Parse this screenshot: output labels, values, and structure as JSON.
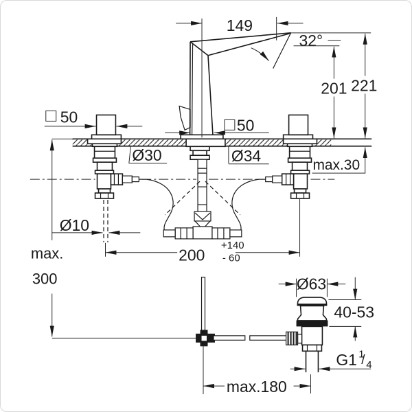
{
  "colors": {
    "line": "#1a1a1a",
    "background": "#ffffff"
  },
  "diagram": {
    "type": "technical-dimension-drawing",
    "views": {
      "main": {
        "spout_projection": "149",
        "spout_angle": "32°",
        "aerator_height": "201",
        "overall_height": "221",
        "handle_escutcheon": {
          "symbol": "□",
          "value": "50"
        },
        "spout_escutcheon": {
          "symbol": "□",
          "value": "50"
        },
        "handle_hole_diameter": "Ø30",
        "spout_hole_diameter": "Ø34",
        "max_deck_thickness": "max.30",
        "pull_rod_diameter": "Ø10",
        "max_depth": {
          "label": "max.",
          "value": "300"
        },
        "hole_distance": {
          "value": "200",
          "tolerance_plus": "+140",
          "tolerance_minus": "- 60"
        }
      },
      "waste": {
        "flange_diameter": "Ø63",
        "clamping_range": "40-53",
        "thread": {
          "prefix": "G1",
          "numerator": "1",
          "slash": "/",
          "denominator": "4"
        },
        "rod_to_waste_distance": "max.180"
      }
    }
  }
}
